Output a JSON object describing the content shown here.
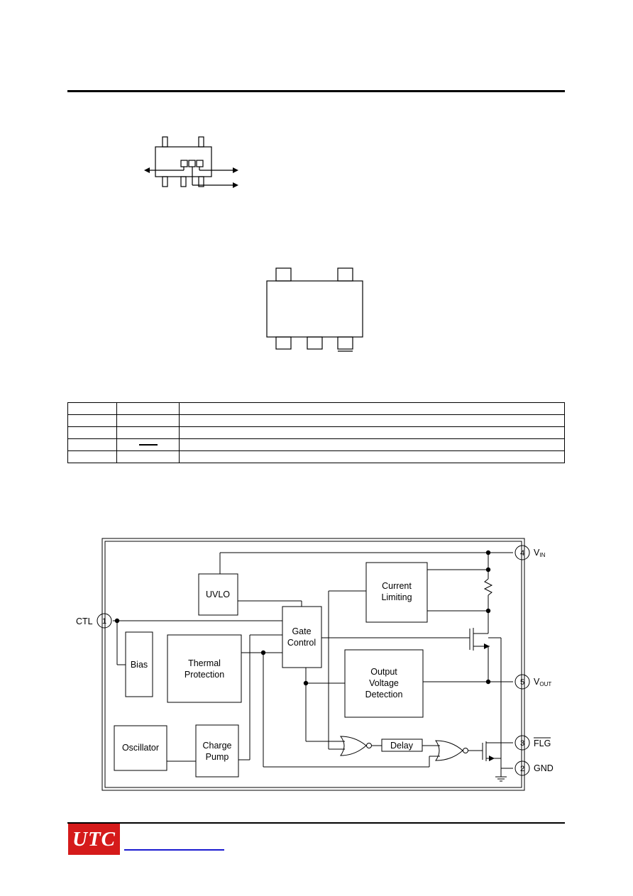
{
  "block_diagram": {
    "blocks": {
      "uvlo": "UVLO",
      "current_limiting_1": "Current",
      "current_limiting_2": "Limiting",
      "gate_control_1": "Gate",
      "gate_control_2": "Control",
      "bias": "Bias",
      "thermal_1": "Thermal",
      "thermal_2": "Protection",
      "output_detect_1": "Output",
      "output_detect_2": "Voltage",
      "output_detect_3": "Detection",
      "oscillator": "Oscillator",
      "charge_pump_1": "Charge",
      "charge_pump_2": "Pump",
      "delay": "Delay"
    },
    "pins": {
      "ctl_num": "1",
      "ctl_label": "CTL",
      "vin_num": "4",
      "vin_label": "V",
      "vin_sub": "IN",
      "vout_num": "5",
      "vout_label": "V",
      "vout_sub": "OUT",
      "flg_num": "3",
      "flg_label": "FLG",
      "gnd_num": "2",
      "gnd_label": "GND"
    }
  },
  "footer": {
    "logo_text": "UTC"
  },
  "colors": {
    "logo_red": "#d51a1a",
    "link_blue": "#1a1ad0"
  }
}
